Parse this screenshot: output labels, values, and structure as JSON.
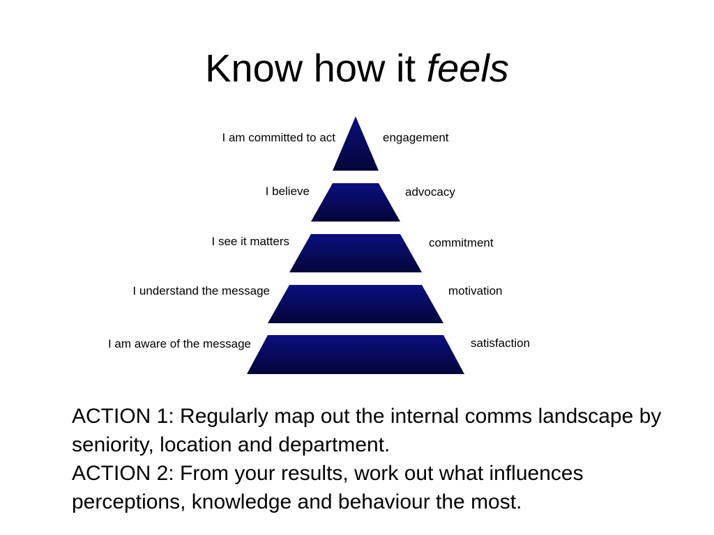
{
  "title": {
    "main": "Know how it ",
    "emphasis": "feels"
  },
  "pyramid": {
    "tiers": [
      {
        "left_label": "I am committed to act",
        "right_label": "engagement"
      },
      {
        "left_label": "I believe",
        "right_label": "advocacy"
      },
      {
        "left_label": "I see it matters",
        "right_label": "commitment"
      },
      {
        "left_label": "I understand the message",
        "right_label": "motivation"
      },
      {
        "left_label": "I am aware of the message",
        "right_label": "satisfaction"
      }
    ],
    "colors": {
      "top": "#0b0f80",
      "bottom": "#030538"
    }
  },
  "actions": [
    "ACTION 1: Regularly map out the internal comms landscape by seniority, location and department.",
    "ACTION 2: From your results, work out what influences perceptions, knowledge and behaviour the most."
  ]
}
